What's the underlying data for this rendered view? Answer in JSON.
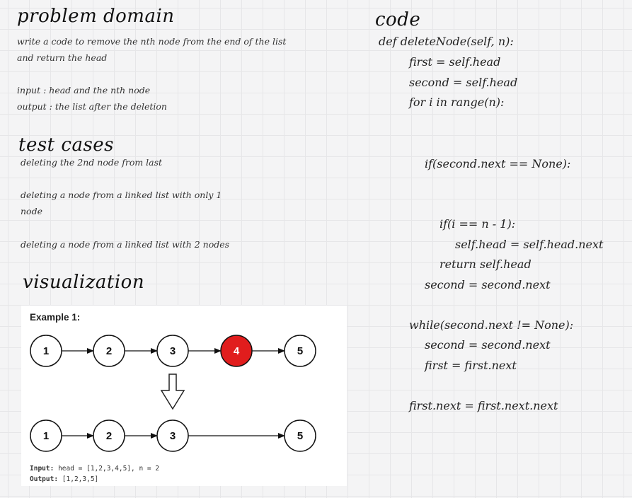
{
  "problem_domain": {
    "heading": "problem domain",
    "line1": "write a code to remove the nth node from the end of the list",
    "line2": "and return the head",
    "input": "input : head and the nth node",
    "output": "output : the list after the deletion"
  },
  "test_cases": {
    "heading": "test cases",
    "case1": "deleting the 2nd node from last",
    "case2a": "deleting a node from a linked list with only 1",
    "case2b": "node",
    "case3": "deleting a node from a linked list with 2 nodes"
  },
  "visualization": {
    "heading": "visualization",
    "example_title": "Example 1:",
    "list_before": [
      "1",
      "2",
      "3",
      "4",
      "5"
    ],
    "list_after": [
      "1",
      "2",
      "3",
      "5"
    ],
    "removed_index": 3,
    "removed_color": "#e11d1d",
    "input_label": "Input:",
    "input_value": "head = [1,2,3,4,5], n = 2",
    "output_label": "Output:",
    "output_value": "[1,2,3,5]"
  },
  "code": {
    "heading": "code",
    "lines": [
      "def deleteNode(self, n):",
      "first = self.head",
      "second = self.head",
      "for i in range(n):",
      "if(second.next == None):",
      "if(i == n - 1):",
      "self.head = self.head.next",
      "return self.head",
      "second = second.next",
      "while(second.next != None):",
      "second = second.next",
      "first = first.next",
      "first.next = first.next.next"
    ]
  }
}
